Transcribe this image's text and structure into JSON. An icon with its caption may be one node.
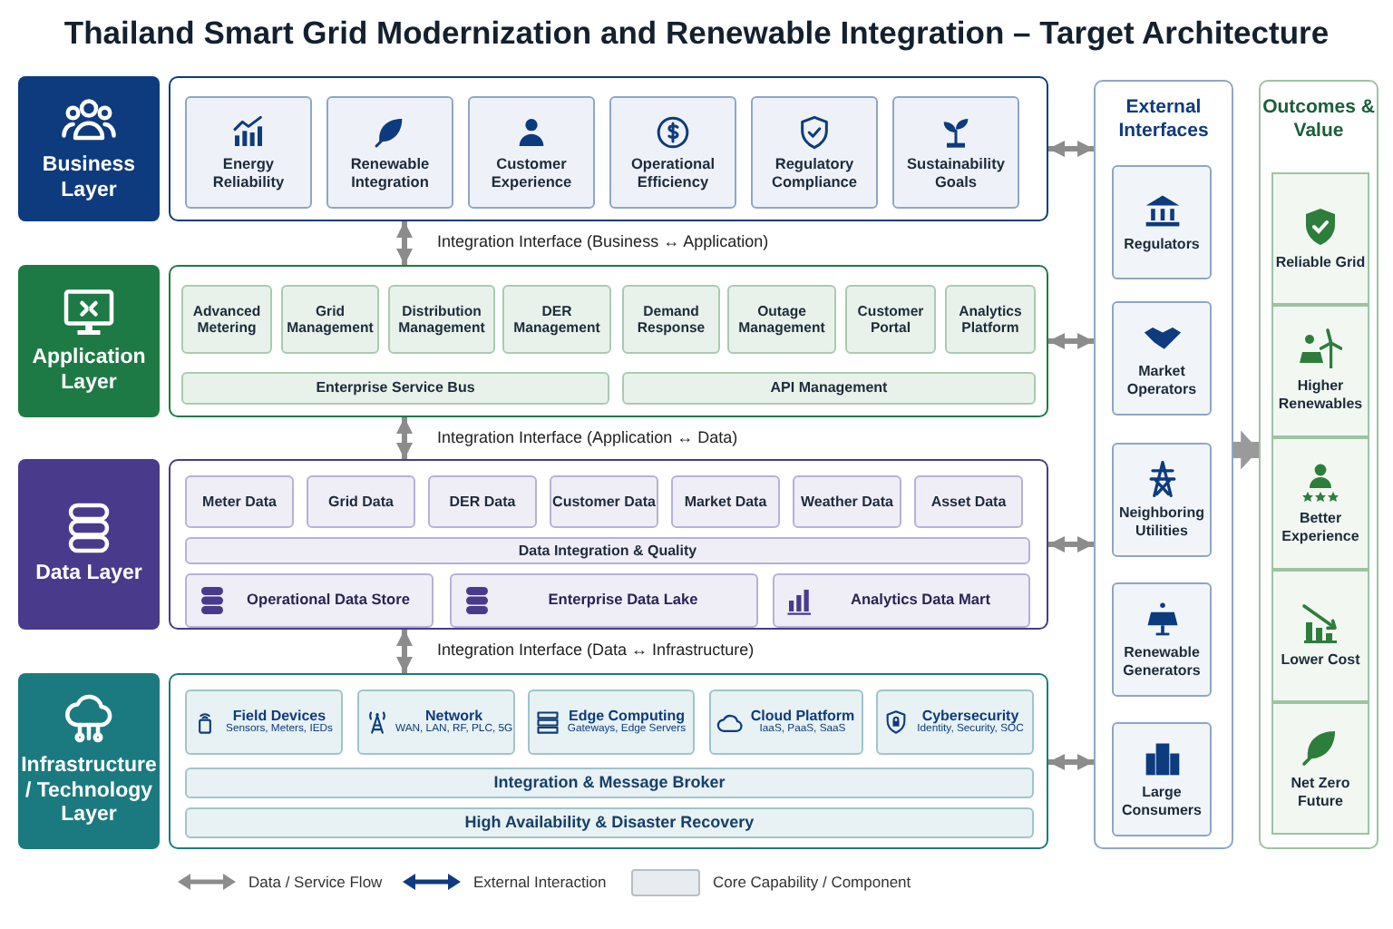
{
  "diagram": {
    "title": "Thailand Smart Grid Modernization and Renewable Integration – Target Architecture",
    "nodes": [
      {
        "text": [
          "Business Layer"
        ]
      },
      {
        "text": [],
        "shape": "box"
      },
      {
        "text": [
          "Energy Reliability"
        ],
        "in": 1
      },
      {
        "text": [
          "Renewable Integration"
        ],
        "in": 1
      },
      {
        "text": [
          "Customer Experience"
        ],
        "in": 1
      },
      {
        "text": [
          "Operational Efficiency"
        ],
        "in": 1
      },
      {
        "text": [
          "Regulatory Compliance"
        ],
        "in": 1
      },
      {
        "text": [
          "Sustainability Goals"
        ],
        "in": 1
      },
      {
        "text": [
          "Application Layer"
        ]
      },
      {
        "text": [],
        "shape": "box"
      },
      {
        "text": [
          "Advanced Metering"
        ],
        "in": 9
      },
      {
        "text": [
          "Grid Management"
        ],
        "in": 9
      },
      {
        "text": [
          "Distribution Management"
        ],
        "in": 9
      },
      {
        "text": [
          "DER Management"
        ],
        "in": 9
      },
      {
        "text": [
          "Demand Response"
        ],
        "in": 9
      },
      {
        "text": [
          "Outage Management"
        ],
        "in": 9
      },
      {
        "text": [
          "Customer Portal"
        ],
        "in": 9
      },
      {
        "text": [
          "Analytics Platform"
        ],
        "in": 9
      },
      {
        "text": [
          "Enterprise Service Bus"
        ],
        "in": 9
      },
      {
        "text": [
          "API Management"
        ],
        "in": 9
      },
      {
        "text": [
          "Data Layer"
        ]
      },
      {
        "text": [],
        "shape": "box"
      },
      {
        "text": [
          "Meter Data"
        ],
        "in": 21
      },
      {
        "text": [
          "Grid Data"
        ],
        "in": 21
      },
      {
        "text": [
          "DER Data"
        ],
        "in": 21
      },
      {
        "text": [
          "Customer Data"
        ],
        "in": 21
      },
      {
        "text": [
          "Market Data"
        ],
        "in": 21
      },
      {
        "text": [
          "Weather Data"
        ],
        "in": 21
      },
      {
        "text": [
          "Asset Data"
        ],
        "in": 21
      },
      {
        "text": [
          "Data Integration & Quality"
        ],
        "in": 21
      },
      {
        "text": [
          "Operational Data Store"
        ],
        "in": 21
      },
      {
        "text": [
          "Enterprise Data Lake"
        ],
        "in": 21
      },
      {
        "text": [
          "Analytics Data Mart"
        ],
        "in": 21
      },
      {
        "text": [
          "Infrastructure / Technology Layer"
        ]
      },
      {
        "text": [],
        "shape": "box"
      },
      {
        "text": [
          "Field Devices",
          "Sensors, Meters, IEDs"
        ],
        "in": 34
      },
      {
        "text": [
          "Network",
          "WAN, LAN, RF, PLC, 5G"
        ],
        "in": 34
      },
      {
        "text": [
          "Edge Computing",
          "Gateways, Edge Servers"
        ],
        "in": 34
      },
      {
        "text": [
          "Cloud Platform",
          "IaaS, PaaS, SaaS"
        ],
        "in": 34
      },
      {
        "text": [
          "Cybersecurity",
          "Identity, Security, SOC"
        ],
        "in": 34
      },
      {
        "text": [
          "Integration & Message Broker"
        ],
        "in": 34
      },
      {
        "text": [
          "High Availability & Disaster Recovery"
        ],
        "in": 34
      },
      {
        "text": [
          "External Interfaces"
        ]
      },
      {
        "text": [
          "Regulators"
        ],
        "in": 42
      },
      {
        "text": [
          "Market Operators"
        ],
        "in": 42
      },
      {
        "text": [
          "Neighboring Utilities"
        ],
        "in": 42
      },
      {
        "text": [
          "Renewable Generators"
        ],
        "in": 42
      },
      {
        "text": [
          "Large Consumers"
        ],
        "in": 42
      },
      {
        "text": [
          "Outcomes & Value"
        ]
      },
      {
        "text": [
          "Reliable Grid"
        ],
        "in": 48
      },
      {
        "text": [
          "Higher Renewables"
        ],
        "in": 48
      },
      {
        "text": [
          "Better Experience"
        ],
        "in": 48
      },
      {
        "text": [
          "Lower Cost"
        ],
        "in": 48
      },
      {
        "text": [
          "Net Zero Future"
        ],
        "in": 48
      }
    ],
    "edges": [
      {
        "from": 1,
        "to": 9,
        "arrow": "both",
        "label": "Integration Interface (Business ↔ Application)"
      },
      {
        "from": 9,
        "to": 21,
        "arrow": "both",
        "label": "Integration Interface (Application ↔ Data)"
      },
      {
        "from": 21,
        "to": 34,
        "arrow": "both",
        "label": "Integration Interface (Data ↔ Infrastructure)"
      },
      {
        "from": 1,
        "to": 42,
        "arrow": "both"
      },
      {
        "from": 9,
        "to": 42,
        "arrow": "both"
      },
      {
        "from": 21,
        "to": 42,
        "arrow": "both"
      },
      {
        "from": 34,
        "to": 42,
        "arrow": "both"
      },
      {
        "from": 42,
        "to": 48,
        "arrow": "to",
        "style": "thick"
      }
    ],
    "legend": [
      {
        "text": "Data / Service Flow"
      },
      {
        "text": "External Interaction"
      },
      {
        "text": "Core Capability / Component",
        "color": "#e8ebef"
      }
    ]
  }
}
